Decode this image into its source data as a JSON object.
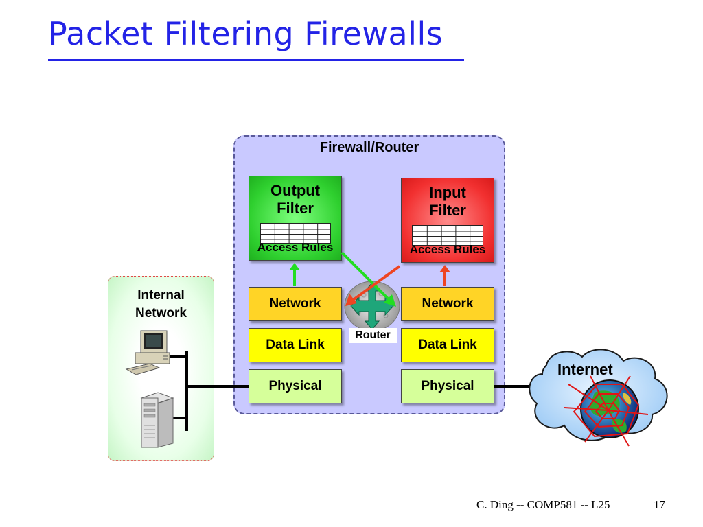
{
  "slide": {
    "title": "Packet Filtering Firewalls",
    "footer": "C. Ding -- COMP581 -- L25",
    "page_number": "17"
  },
  "firewall": {
    "label": "Firewall/Router",
    "output_filter": {
      "title_line1": "Output",
      "title_line2": "Filter",
      "sub": "Access Rules",
      "color": "#2fd02f"
    },
    "input_filter": {
      "title_line1": "Input",
      "title_line2": "Filter",
      "sub": "Access Rules",
      "color": "#f23030"
    },
    "left_stack": [
      "Network",
      "Data Link",
      "Physical"
    ],
    "right_stack": [
      "Network",
      "Data Link",
      "Physical"
    ],
    "router_label": "Router"
  },
  "internal_network": {
    "label_line1": "Internal",
    "label_line2": "Network"
  },
  "internet": {
    "label": "Internet"
  },
  "colors": {
    "title": "#2323e6",
    "firewall_bg": "#c9c9ff",
    "network_layer": "#ffd426",
    "datalink_layer": "#ffff00",
    "physical_layer": "#d6ff9a",
    "cloud": "#b8dcff"
  }
}
